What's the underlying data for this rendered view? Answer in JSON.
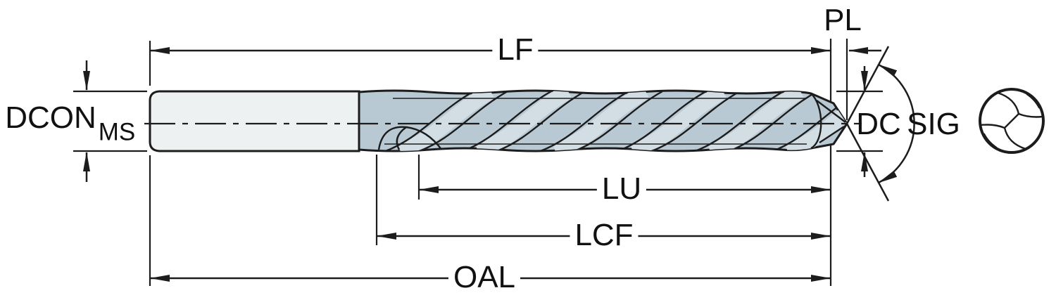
{
  "diagram": {
    "type": "technical-drawing",
    "subject": "twist-drill-dimension-diagram",
    "labels": {
      "lf": "LF",
      "pl": "PL",
      "dcon": "DCON",
      "dcon_sub": "MS",
      "dc": "DC",
      "sig": "SIG",
      "lu": "LU",
      "lcf": "LCF",
      "oal": "OAL"
    },
    "colors": {
      "background": "#ffffff",
      "outline": "#1c1c1c",
      "shank_fill": "#eef1f2",
      "flute_fill": "#b9c9d4",
      "flute_highlight": "#d2dde4"
    }
  }
}
